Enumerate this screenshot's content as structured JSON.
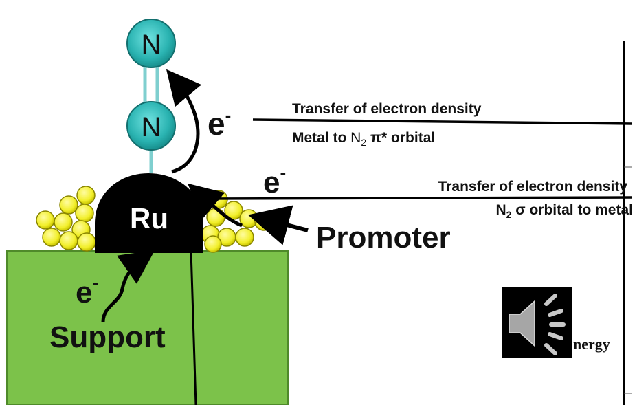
{
  "atoms": {
    "top": "N",
    "bottom": "N",
    "metal": "Ru"
  },
  "labels": {
    "electron_upper": "e",
    "electron_middle": "e",
    "electron_support": "e",
    "electron_sup": "-",
    "promoter": "Promoter",
    "support": "Support",
    "energy_fragment": "nergy"
  },
  "transfers": {
    "pi": {
      "line1": "Transfer of electron density",
      "line2_prefix": "Metal to ",
      "species": "N",
      "subscript": "2",
      "line2_suffix": " π* orbital"
    },
    "sigma": {
      "line1": "Transfer of electron density",
      "species": "N",
      "subscript": "2",
      "line2_suffix": " σ orbital to metal"
    }
  },
  "colors": {
    "nitrogen": "#2ab3b1",
    "metal": "#000000",
    "promoter": "#f2ef2c",
    "support": "#7cc24a",
    "line": "#000000"
  },
  "icons": {
    "audio": "speaker-icon"
  }
}
